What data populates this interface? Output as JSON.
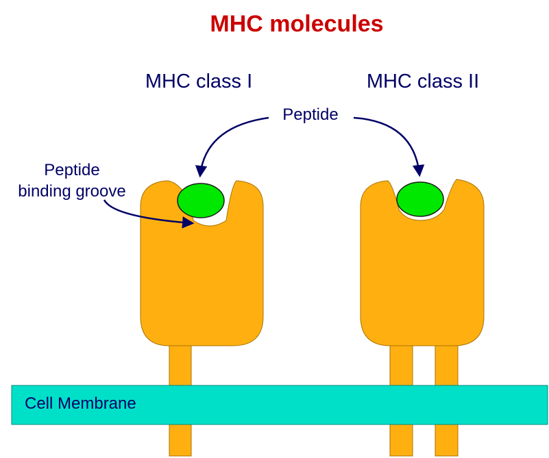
{
  "title": "MHC molecules",
  "class_one_label": "MHC class I",
  "class_two_label": "MHC class II",
  "peptide_label": "Peptide",
  "groove_label_line1": "Peptide",
  "groove_label_line2": "binding groove",
  "membrane_label": "Cell Membrane",
  "colors": {
    "title": "#cc0000",
    "label_text": "#000066",
    "protein": "#ffb010",
    "protein_stroke": "#a87000",
    "peptide": "#00e800",
    "membrane": "#00e0c8",
    "arrow": "#000066"
  }
}
